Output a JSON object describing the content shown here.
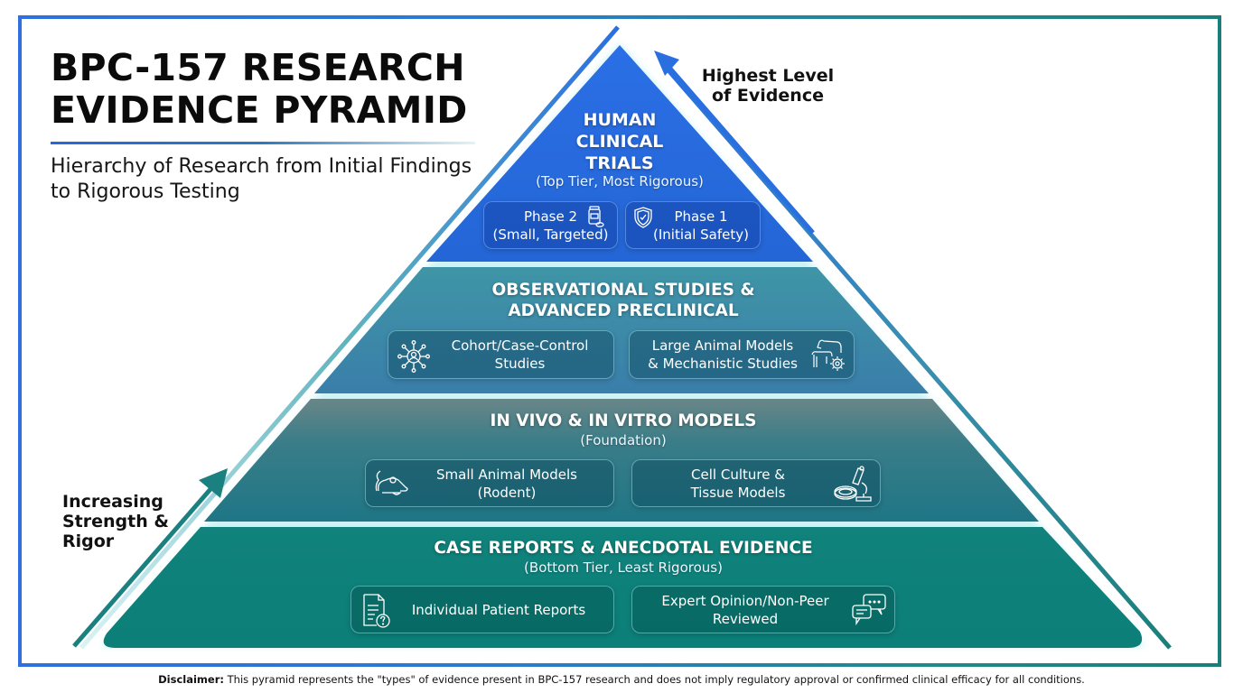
{
  "header": {
    "title_line1": "BPC-157 RESEARCH",
    "title_line2": "EVIDENCE PYRAMID",
    "subtitle": "Hierarchy of Research from Initial Findings to Rigorous Testing"
  },
  "annotations": {
    "top_arrow_label": "Highest Level of Evidence",
    "bottom_arrow_label": "Increasing Strength & Rigor"
  },
  "tiers": [
    {
      "title": "HUMAN CLINICAL TRIALS",
      "title_lines": [
        "HUMAN",
        "CLINICAL",
        "TRIALS"
      ],
      "subtitle": "(Top Tier, Most Rigorous)",
      "color": "#2a6fe0",
      "cards": [
        {
          "label": "Phase 2\n(Small, Targeted)",
          "icon": "medicine-bottle-icon"
        },
        {
          "label": "Phase 1\n(Initial Safety)",
          "icon": "shield-check-icon"
        }
      ]
    },
    {
      "title": "OBSERVATIONAL STUDIES & ADVANCED PRECLINICAL",
      "title_lines": [
        "OBSERVATIONAL STUDIES &",
        "ADVANCED PRECLINICAL"
      ],
      "subtitle": "",
      "color": "#3a8fa8",
      "cards": [
        {
          "label": "Cohort/Case-Control\nStudies",
          "icon": "network-person-icon"
        },
        {
          "label": "Large Animal Models\n& Mechanistic Studies",
          "icon": "animal-gear-icon"
        }
      ]
    },
    {
      "title": "IN VIVO & IN VITRO MODELS",
      "title_lines": [
        "IN VIVO & IN VITRO MODELS"
      ],
      "subtitle": "(Foundation)",
      "color": "#2c7f8c",
      "cards": [
        {
          "label": "Small Animal Models\n(Rodent)",
          "icon": "mouse-icon"
        },
        {
          "label": "Cell Culture &\nTissue Models",
          "icon": "microscope-petri-icon"
        }
      ]
    },
    {
      "title": "CASE REPORTS & ANECDOTAL EVIDENCE",
      "title_lines": [
        "CASE REPORTS & ANECDOTAL EVIDENCE"
      ],
      "subtitle": "(Bottom Tier, Least Rigorous)",
      "color": "#0e8078",
      "cards": [
        {
          "label": "Individual Patient Reports",
          "icon": "document-question-icon"
        },
        {
          "label": "Expert Opinion/Non-Peer\nReviewed",
          "icon": "chat-bubbles-icon"
        }
      ]
    }
  ],
  "footer": {
    "disclaimer_label": "Disclaimer:",
    "disclaimer_text": " This pyramid represents the \"types\" of evidence present in BPC-157 research and does not imply regulatory approval or confirmed clinical efficacy for all conditions."
  },
  "colors": {
    "top_blue": "#2a6fe0",
    "teal": "#0e8078",
    "frame_left": "#2f6fe0",
    "frame_right": "#1a7f7a"
  }
}
